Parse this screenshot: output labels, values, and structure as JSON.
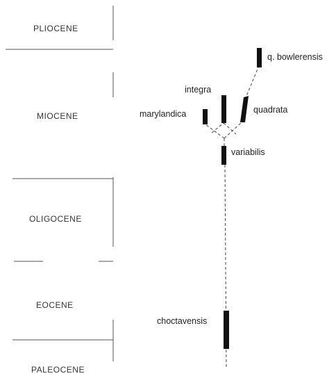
{
  "epochs": {
    "pliocene": "PLIOCENE",
    "miocene": "MIOCENE",
    "oligocene": "OLIGOCENE",
    "eocene": "EOCENE",
    "paleocene": "PALEOCENE"
  },
  "taxa": {
    "q_bowlerensis": "q. bowlerensis",
    "integra": "integra",
    "marylandica": "marylandica",
    "quadrata": "quadrata",
    "variabilis": "variabilis",
    "choctavensis": "choctavensis"
  }
}
